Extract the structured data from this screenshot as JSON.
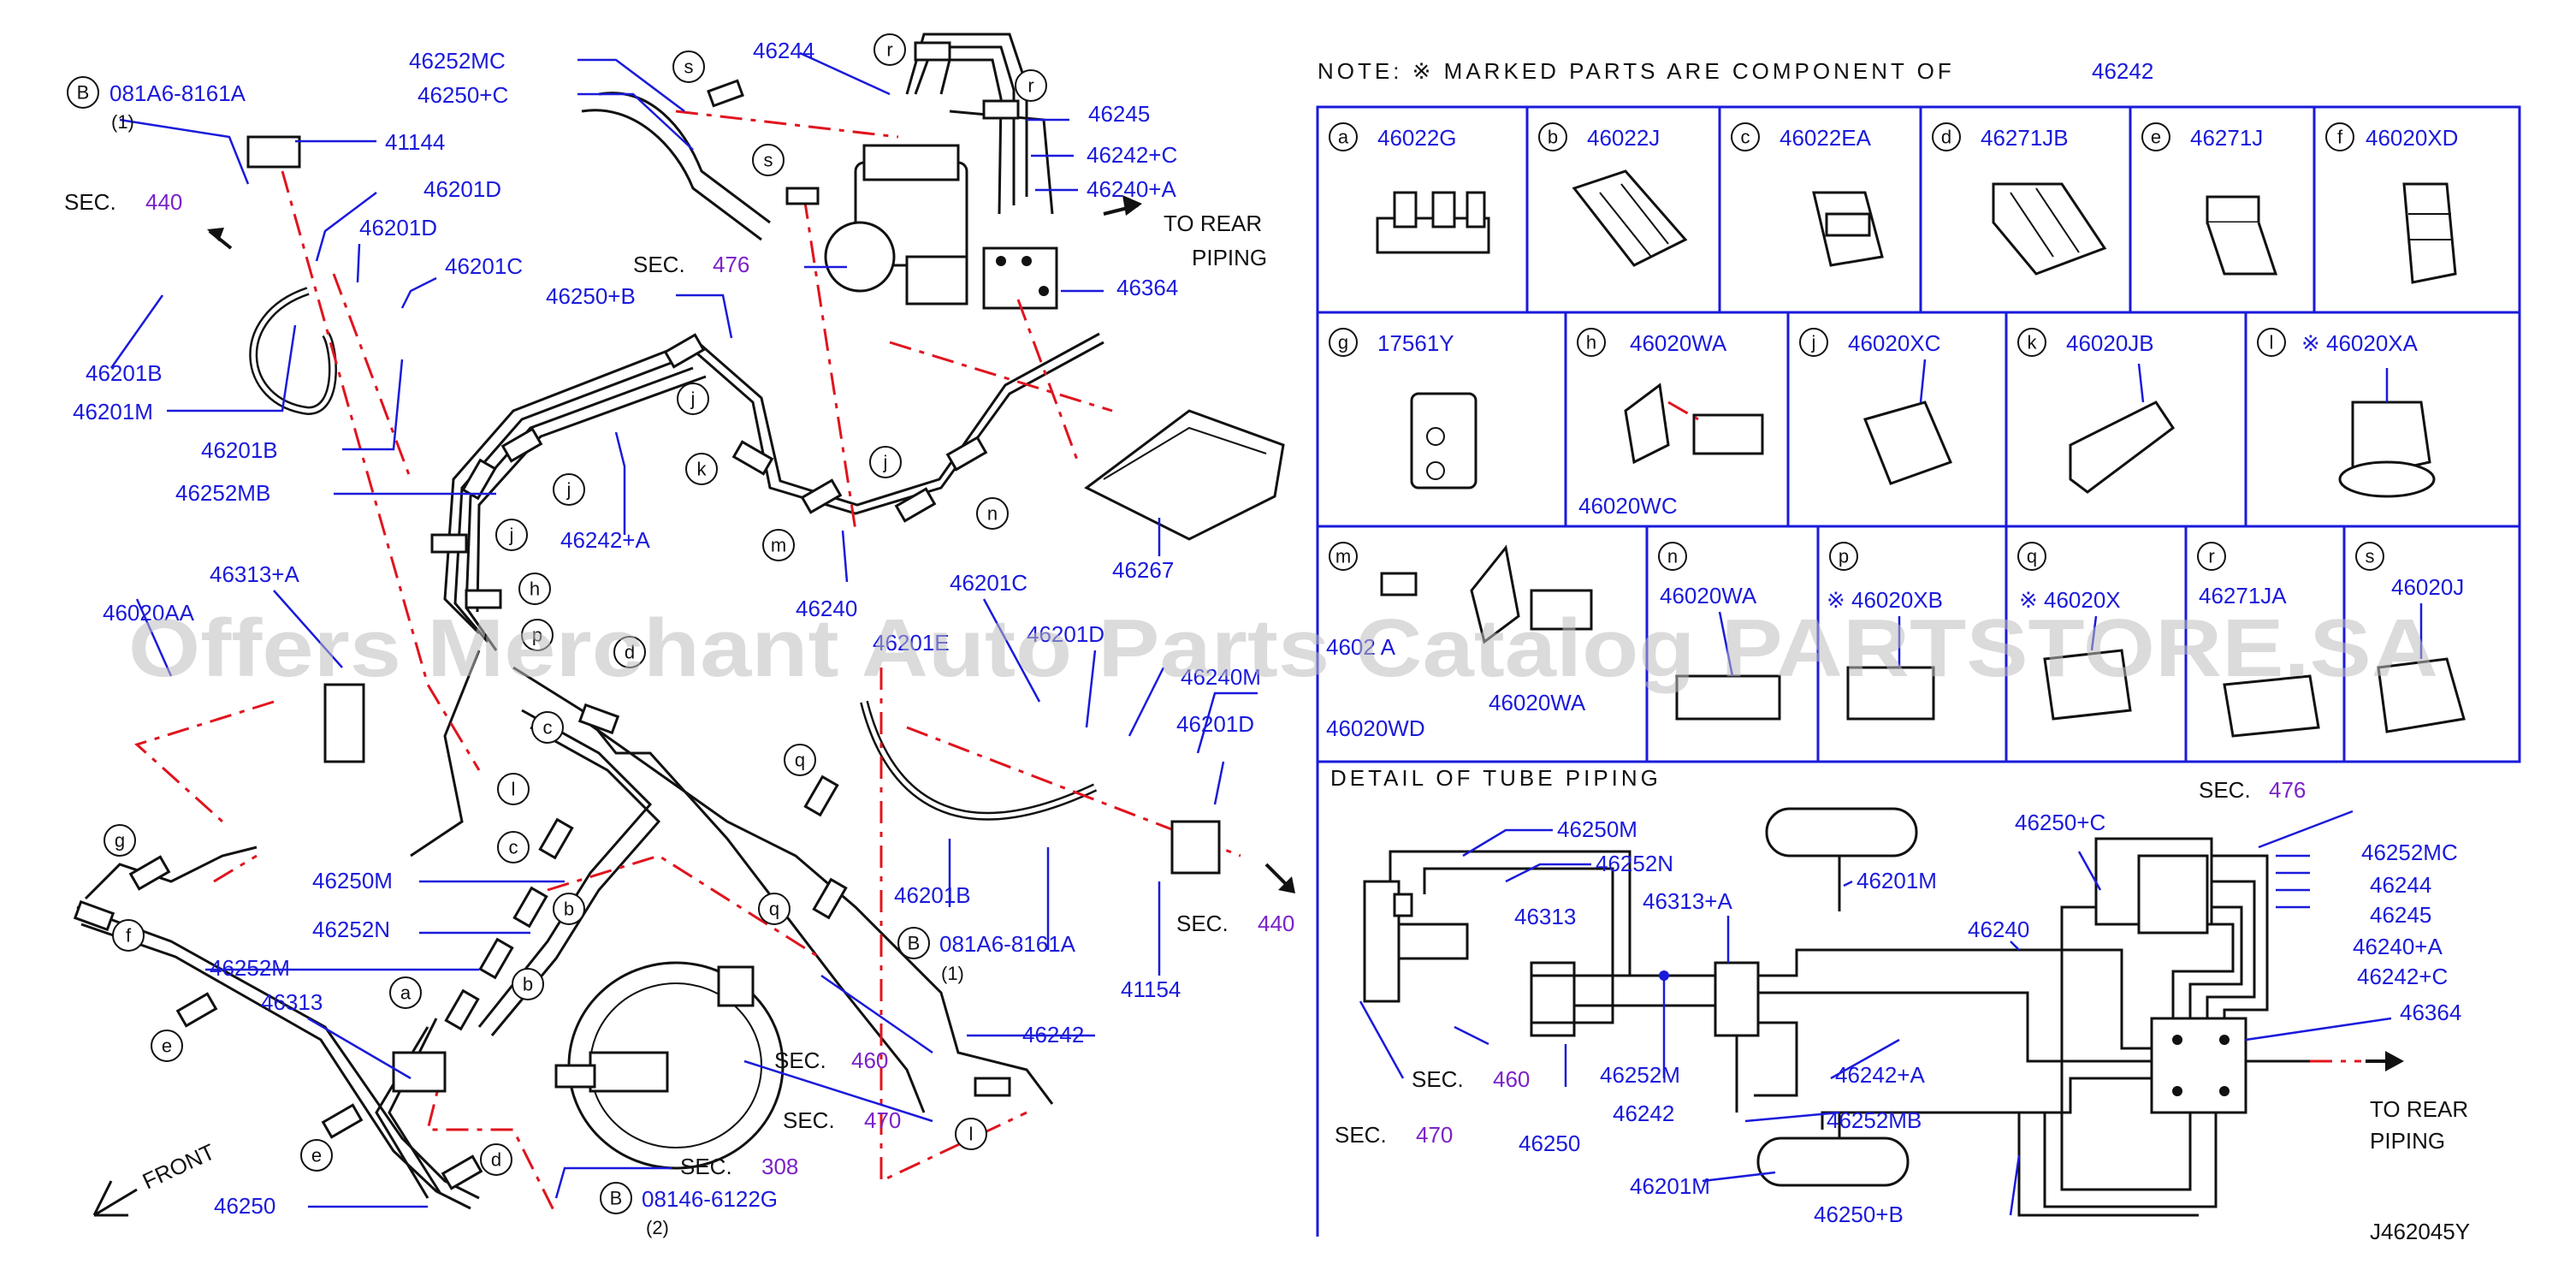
{
  "diagram_code": "J462045Y",
  "watermark": "Offers Merchant Auto Parts Catalog PARTSTORE.SA",
  "note": {
    "text": "NOTE:  ※ MARKED PARTS ARE COMPONENT OF",
    "part": "46242"
  },
  "legend_row1": [
    {
      "letter": "a",
      "part": "46022G"
    },
    {
      "letter": "b",
      "part": "46022J"
    },
    {
      "letter": "c",
      "part": "46022EA"
    },
    {
      "letter": "d",
      "part": "46271JB"
    },
    {
      "letter": "e",
      "part": "46271J"
    },
    {
      "letter": "f",
      "part": "46020XD"
    }
  ],
  "legend_row2": [
    {
      "letter": "g",
      "part": "17561Y"
    },
    {
      "letter": "h",
      "part": "46020WA",
      "sub": "46020WC"
    },
    {
      "letter": "j",
      "part": "46020XC"
    },
    {
      "letter": "k",
      "part": "46020JB"
    },
    {
      "letter": "l",
      "part": "※ 46020XA"
    }
  ],
  "legend_row3": [
    {
      "letter": "m",
      "part": "4602 A",
      "sub": "46020WD",
      "sub2": "46020WA"
    },
    {
      "letter": "n",
      "part": "46020WA"
    },
    {
      "letter": "p",
      "part": "※ 46020XB"
    },
    {
      "letter": "q",
      "part": "※ 46020X"
    },
    {
      "letter": "r",
      "part": "46271JA"
    },
    {
      "letter": "s",
      "part": "46020J"
    }
  ],
  "detail": {
    "title": "DETAIL  OF  TUBE  PIPING",
    "sec476": {
      "prefix": "SEC.",
      "num": "476"
    },
    "sec460": {
      "prefix": "SEC.",
      "num": "460"
    },
    "sec470": {
      "prefix": "SEC.",
      "num": "470"
    },
    "to_rear": [
      "TO  REAR",
      "PIPING"
    ],
    "labels": {
      "l46250M": "46250M",
      "l46252N": "46252N",
      "l46313": "46313",
      "l46313A": "46313+A",
      "l46201M": "46201M",
      "l46240": "46240",
      "l46250C": "46250+C",
      "l46252MC": "46252MC",
      "l46244": "46244",
      "l46245": "46245",
      "l46240A": "46240+A",
      "l46242C": "46242+C",
      "l46364": "46364",
      "l46252M": "46252M",
      "l46242": "46242",
      "l46242A": "46242+A",
      "l46252MB": "46252MB",
      "l46250": "46250",
      "l46201Mb": "46201M",
      "l46250B": "46250+B"
    }
  },
  "main": {
    "b_bolt_top": "081A6-8161A",
    "b_bolt_top_qty": "(1)",
    "l41144": "41144",
    "sec440_left": {
      "prefix": "SEC.",
      "num": "440"
    },
    "l46201D_a": "46201D",
    "l46201D_b": "46201D",
    "l46201C_a": "46201C",
    "l46201B_a": "46201B",
    "l46201M": "46201M",
    "l46201B_b": "46201B",
    "l46252MB": "46252MB",
    "l46252MC": "46252MC",
    "l46250C": "46250+C",
    "l46244": "46244",
    "l46245": "46245",
    "l46242C": "46242+C",
    "l46240A": "46240+A",
    "to_rear": [
      "TO  REAR",
      "PIPING"
    ],
    "sec476": {
      "prefix": "SEC.",
      "num": "476"
    },
    "l46364": "46364",
    "l46250B": "46250+B",
    "l46242A": "46242+A",
    "l46240": "46240",
    "l46267": "46267",
    "l46313A": "46313+A",
    "l46020AA": "46020AA",
    "l46201C_b": "46201C",
    "l46201E": "46201E",
    "l46201D_c": "46201D",
    "l46240M": "46240M",
    "l46201D_d": "46201D",
    "l46201B_c": "46201B",
    "b_bolt_mid": "081A6-8161A",
    "b_bolt_mid_qty": "(1)",
    "l41154": "41154",
    "sec440_right": {
      "prefix": "SEC.",
      "num": "440"
    },
    "l46250M": "46250M",
    "l46252N": "46252N",
    "l46252M": "46252M",
    "l46313": "46313",
    "l46250": "46250",
    "l46242": "46242",
    "sec460": {
      "prefix": "SEC.",
      "num": "460"
    },
    "sec470": {
      "prefix": "SEC.",
      "num": "470"
    },
    "sec308": {
      "prefix": "SEC.",
      "num": "308"
    },
    "b_bolt_bottom": "08146-6122G",
    "b_bolt_bottom_qty": "(2)",
    "front": "FRONT",
    "bolt_marker": "B"
  }
}
